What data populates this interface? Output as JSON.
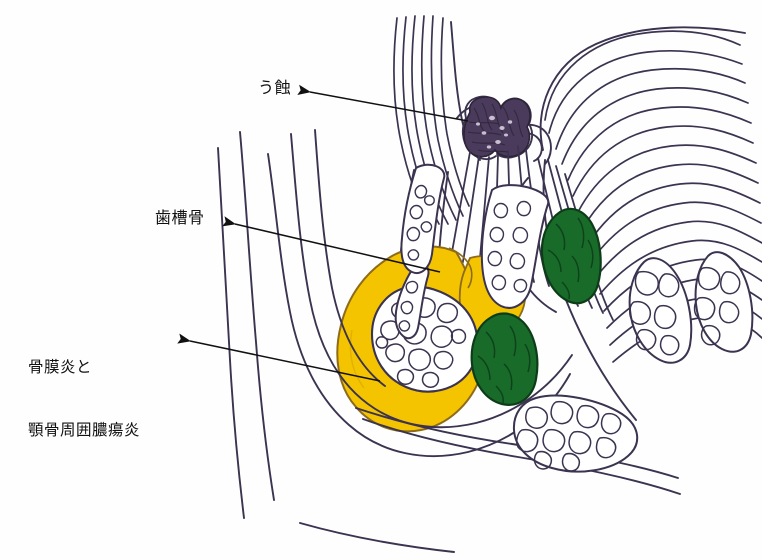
{
  "figure": {
    "kind": "hand-drawn medical cross-section illustration",
    "subject": "dental caries leading to periostitis and perimandibular abscess",
    "background_color": "#fefefe",
    "ink_color": "#3b3350",
    "arrow_color": "#111111"
  },
  "labels": [
    {
      "id": "caries",
      "text": "う蝕",
      "meaning": "dental caries",
      "points_to": "decayed crown of tooth",
      "target_color": "#4a3a5c"
    },
    {
      "id": "alveolar_bone",
      "text": "歯槽骨",
      "meaning": "alveolar bone",
      "points_to": "trabecular bone around tooth root",
      "target_color": "#ffffff"
    },
    {
      "id": "abscess",
      "line1": "骨膜炎と",
      "line2": "顎骨周囲膿瘍炎",
      "meaning": "periostitis and perimandibular abscess",
      "points_to": "yellow purulent inflammation mass",
      "target_color": "#f5c400"
    }
  ],
  "regions": [
    {
      "name": "caries-lesion",
      "color": "#4a3a5c",
      "description": "dark purple scribbled decay at tooth crown"
    },
    {
      "name": "purulent-inflammation",
      "color": "#f5c400",
      "description": "golden yellow pus / abscess surrounding bone"
    },
    {
      "name": "trabecular-bone",
      "color": "#ffffff",
      "description": "white cancellous bone with island pattern"
    },
    {
      "name": "lymph-node-upper",
      "color": "#196b2a",
      "description": "dark green swollen lymph node, upper right"
    },
    {
      "name": "lymph-node-lower",
      "color": "#196b2a",
      "description": "dark green swollen lymph node, lower center-right"
    },
    {
      "name": "muscle-striations",
      "color": "#3b3350",
      "description": "curved parallel fiber lines of masseter muscle"
    },
    {
      "name": "bone-fragment-right",
      "color": "#ffffff",
      "description": "cancellous bone fragment, right side"
    },
    {
      "name": "bone-fragment-lower",
      "color": "#ffffff",
      "description": "cancellous bone fragment, lower right"
    },
    {
      "name": "bone-fragment-far",
      "color": "#ffffff",
      "description": "cancellous bone fragment, far right"
    }
  ]
}
